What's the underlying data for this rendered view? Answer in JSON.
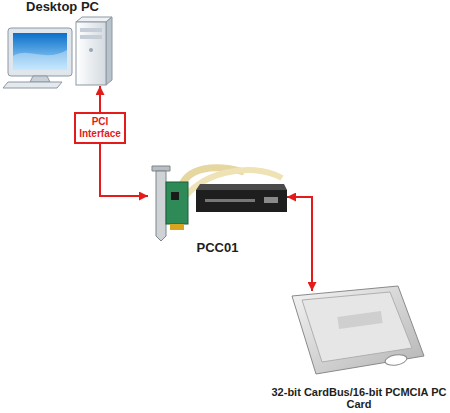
{
  "diagram": {
    "nodes": [
      {
        "text": [
          "Desktop PC"
        ]
      },
      {
        "text": [
          "PCC01"
        ]
      },
      {
        "text": [
          "32-bit CardBus/16-bit PCMCIA PC Card"
        ]
      }
    ],
    "edges": [
      {
        "from": 1,
        "to": 0,
        "label": "PCI Interface",
        "arrow": "both"
      },
      {
        "from": 1,
        "to": 2,
        "arrow": "both"
      }
    ]
  }
}
